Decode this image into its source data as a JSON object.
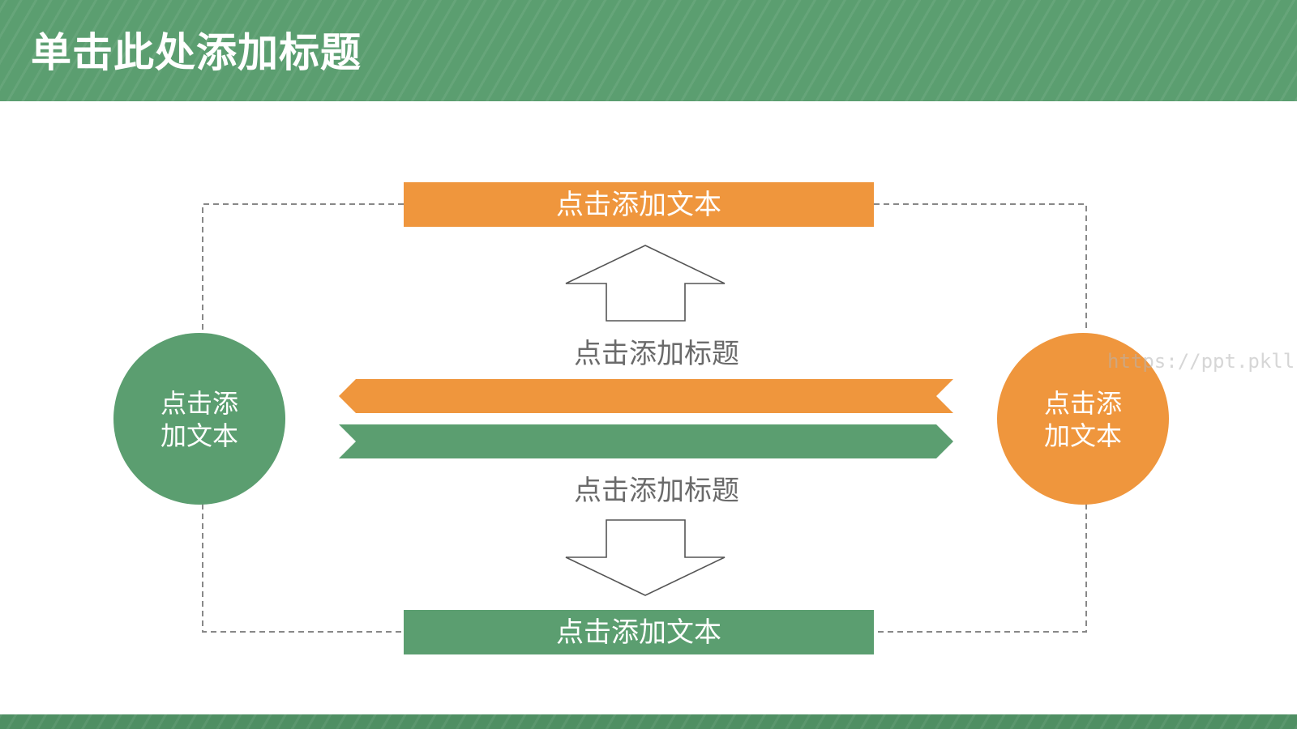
{
  "header": {
    "title": "单击此处添加标题"
  },
  "diagram": {
    "top_box": {
      "label": "点击添加文本"
    },
    "bottom_box": {
      "label": "点击添加文本"
    },
    "upper_title": "点击添加标题",
    "lower_title": "点击添加标题",
    "left_circle": {
      "line1": "点击添",
      "line2": "加文本"
    },
    "right_circle": {
      "line1": "点击添",
      "line2": "加文本"
    }
  },
  "watermark": "https://ppt.pkll.de",
  "colors": {
    "green": "#5b9e70",
    "orange": "#ef963d",
    "arrow_outline": "#555555",
    "dashed_line": "#888888"
  }
}
